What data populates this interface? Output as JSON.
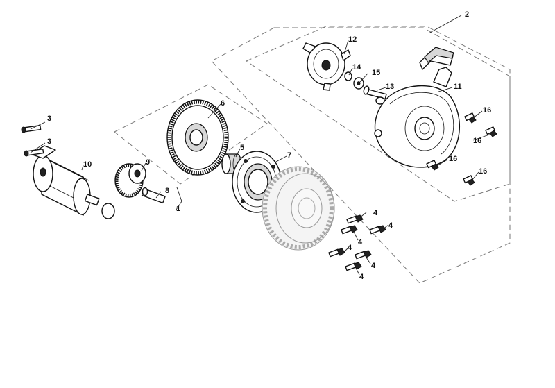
{
  "callouts": {
    "c1": "1",
    "c2": "2",
    "c3a": "3",
    "c3b": "3",
    "c4a": "4",
    "c4b": "4",
    "c4c": "4",
    "c4d": "4",
    "c4e": "4",
    "c4f": "4",
    "c5": "5",
    "c6": "6",
    "c7": "7",
    "c8": "8",
    "c9": "9",
    "c10": "10",
    "c11": "11",
    "c12": "12",
    "c13": "13",
    "c14": "14",
    "c15": "15",
    "c16a": "16",
    "c16b": "16",
    "c16c": "16",
    "c16d": "16"
  }
}
